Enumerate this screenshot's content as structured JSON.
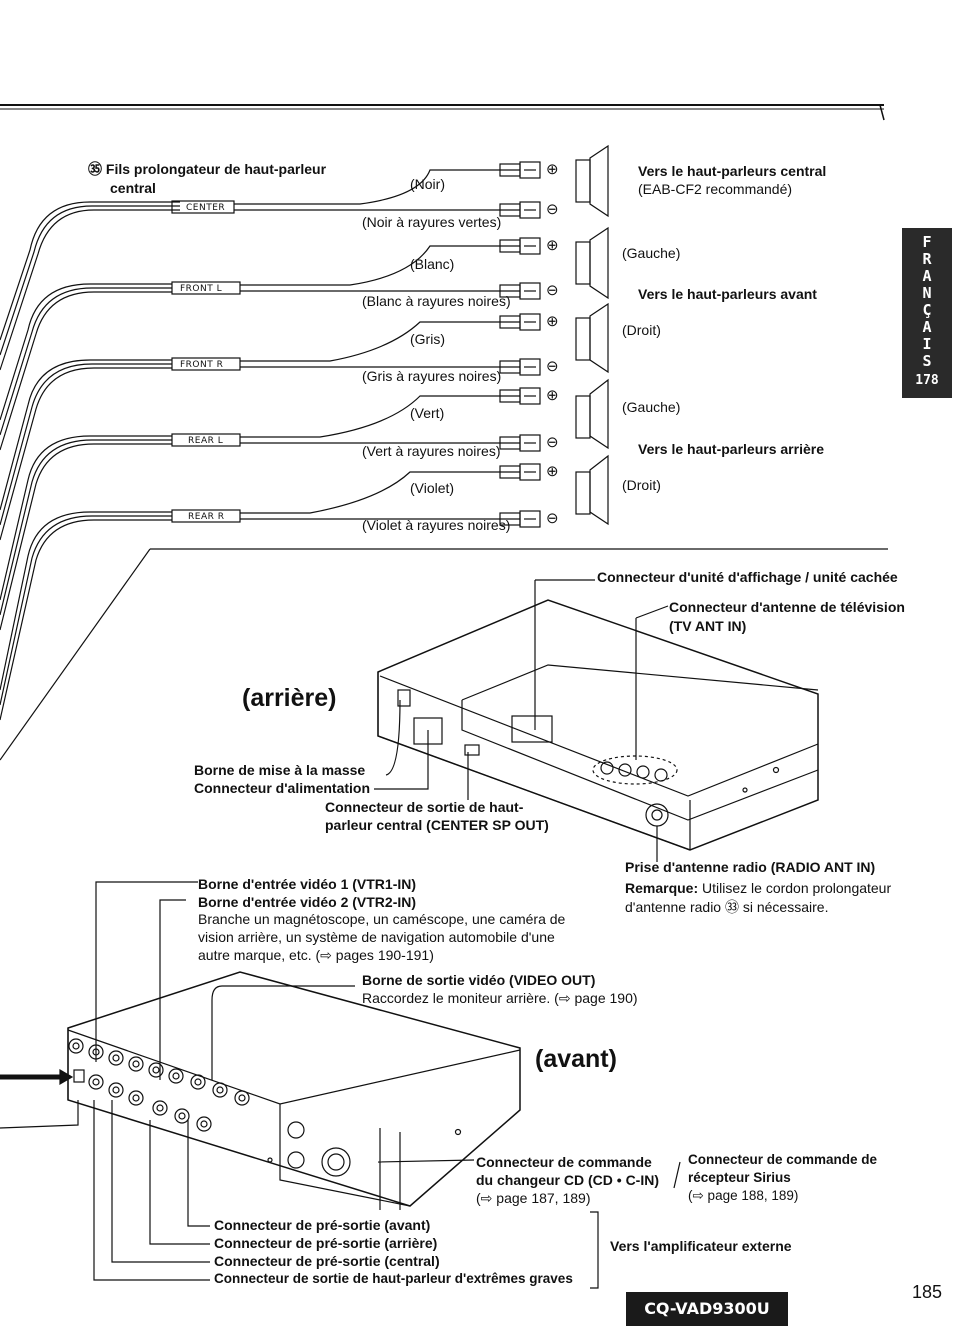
{
  "wires": {
    "title_num": "㉟",
    "title_line1": "Fils prolongateur de haut-parleur",
    "title_line2": "central",
    "tags": [
      "CENTER",
      "FRONT L",
      "FRONT R",
      "REAR L",
      "REAR R"
    ],
    "colors": [
      "(Noir)",
      "(Noir à rayures vertes)",
      "(Blanc)",
      "(Blanc à rayures noires)",
      "(Gris)",
      "(Gris à rayures noires)",
      "(Vert)",
      "(Vert à rayures noires)",
      "(Violet)",
      "(Violet à rayures noires)"
    ],
    "polarity_plus": "⊕",
    "polarity_minus": "⊖"
  },
  "speakers": {
    "center_title": "Vers le haut-parleurs central",
    "center_note": "(EAB-CF2 recommandé)",
    "front_left": "(Gauche)",
    "front_title": "Vers le haut-parleurs avant",
    "front_right": "(Droit)",
    "rear_left": "(Gauche)",
    "rear_title": "Vers le haut-parleurs arrière",
    "rear_right": "(Droit)"
  },
  "side_tab": {
    "letters": [
      "F",
      "R",
      "A",
      "N",
      "Ç",
      "A",
      "I",
      "S"
    ],
    "number": "178"
  },
  "rear": {
    "heading": "(arrière)",
    "display_connector": "Connecteur d'unité d'affichage / unité cachée",
    "tv_antenna_line1": "Connecteur d'antenne de télévision",
    "tv_antenna_line2": "(TV ANT IN)",
    "ground": "Borne de mise à la masse",
    "power": "Connecteur d'alimentation",
    "center_sp_line1": "Connecteur de sortie de haut-",
    "center_sp_line2": "parleur central (CENTER SP OUT)",
    "radio_ant": "Prise d'antenne radio (RADIO ANT IN)",
    "remark_label": "Remarque:",
    "remark_text1": "Utilisez le cordon prolongateur",
    "remark_text2": "d'antenne radio ㉝ si nécessaire."
  },
  "front": {
    "heading": "(avant)",
    "video1": "Borne d'entrée vidéo 1 (VTR1-IN)",
    "video2": "Borne d'entrée vidéo 2 (VTR2-IN)",
    "video_desc1": "Branche un magnétoscope, un caméscope, une caméra de",
    "video_desc2": "vision arrière, un système de navigation automobile d'une",
    "video_desc3": "autre marque, etc. (⇨ pages 190-191)",
    "video_out": "Borne de sortie vidéo (VIDEO OUT)",
    "video_out_desc": "Raccordez le moniteur arrière. (⇨ page 190)",
    "cd_line1": "Connecteur de commande",
    "cd_line2": "du changeur CD (CD • C-IN)",
    "cd_page": "(⇨ page 187, 189)",
    "sirius_line1": "Connecteur de commande de",
    "sirius_line2": "récepteur Sirius",
    "sirius_page": "(⇨ page 188, 189)",
    "pre_front": "Connecteur de pré-sortie (avant)",
    "pre_rear": "Connecteur de pré-sortie (arrière)",
    "pre_center": "Connecteur de pré-sortie (central)",
    "subwoofer": "Connecteur de sortie de haut-parleur d'extrêmes graves",
    "amp": "Vers l'amplificateur externe"
  },
  "footer": {
    "model": "CQ-VAD9300U",
    "page": "185"
  }
}
